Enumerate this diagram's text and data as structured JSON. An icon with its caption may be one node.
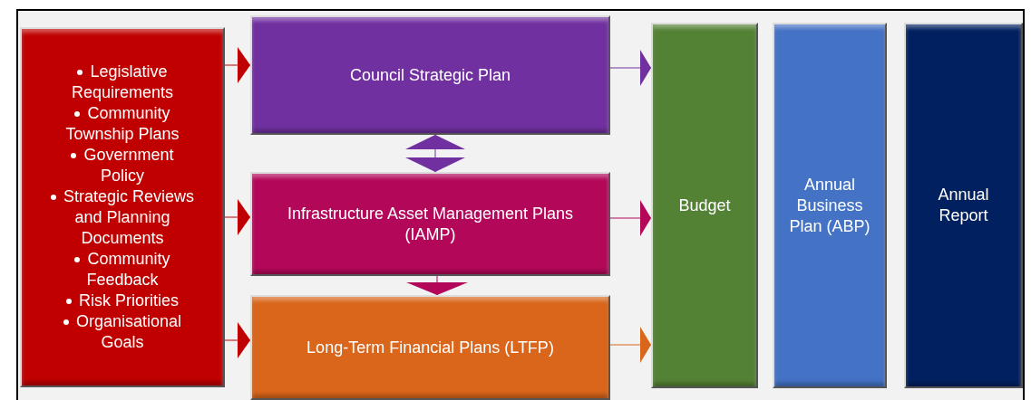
{
  "diagram": {
    "nodes": [
      {
        "text": [
          "Legislative Requirements",
          "Community Township Plans",
          "Government Policy",
          "Strategic Reviews and Planning Documents",
          "Community Feedback",
          "Risk Priorities",
          "Organisational Goals"
        ]
      },
      {
        "text": [
          "Council Strategic Plan"
        ]
      },
      {
        "text": [
          "Infrastructure Asset Management Plans (IAMP)"
        ]
      },
      {
        "text": [
          "Long-Term Financial Plans (LTFP)"
        ]
      },
      {
        "text": [
          "Budget"
        ]
      },
      {
        "text": [
          "Annual Business Plan (ABP)"
        ]
      },
      {
        "text": [
          "Annual Report"
        ]
      }
    ],
    "edges": [
      {
        "from": 0,
        "to": 1,
        "arrow": "to",
        "color": "#c00000"
      },
      {
        "from": 0,
        "to": 2,
        "arrow": "to",
        "color": "#c00000"
      },
      {
        "from": 0,
        "to": 3,
        "arrow": "to",
        "color": "#c00000"
      },
      {
        "from": 1,
        "to": 2,
        "arrow": "both",
        "color": "#7030a0"
      },
      {
        "from": 2,
        "to": 3,
        "arrow": "to",
        "color": "#b3085a"
      },
      {
        "from": 1,
        "to": 4,
        "arrow": "to",
        "color": "#7030a0"
      },
      {
        "from": 2,
        "to": 4,
        "arrow": "to",
        "color": "#b3085a"
      },
      {
        "from": 3,
        "to": 4,
        "arrow": "to",
        "color": "#d9661a"
      }
    ]
  }
}
